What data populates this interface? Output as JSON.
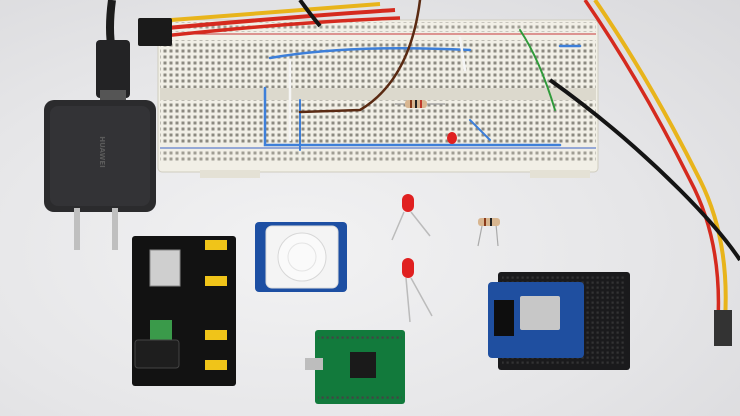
{
  "image": {
    "kind": "photo",
    "subject": "electronics-workbench",
    "visible_text": {
      "charger_brand": "HUAWEI"
    }
  },
  "colors": {
    "background": "#e9e9ea",
    "breadboard": "#f1efe6",
    "charger": "#2b2b2d",
    "pcb_blue": "#1f4fa0",
    "pcb_black": "#1a1a1c",
    "pcb_green": "#127a3c",
    "led_red": "#e02020",
    "wire_red": "#d52a1e",
    "wire_yellow": "#e8b41b",
    "wire_blue": "#3d7fd9",
    "wire_green": "#2f9a3a",
    "wire_brown": "#5a2a12"
  },
  "icons": [
    "breadboard",
    "usb-charger",
    "pir-sensor",
    "led",
    "resistor",
    "power-module",
    "wemos-board",
    "usb-serial-adapter"
  ]
}
